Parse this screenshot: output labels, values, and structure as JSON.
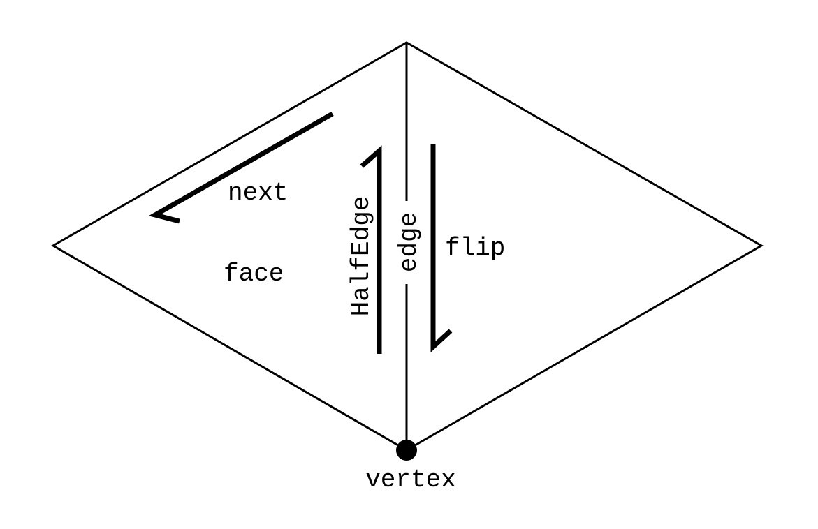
{
  "diagram": {
    "labels": {
      "next": "next",
      "face": "face",
      "halfedge": "HalfEdge",
      "edge": "edge",
      "flip": "flip",
      "vertex": "vertex"
    }
  },
  "colors": {
    "stroke": "#000000",
    "background": "#ffffff"
  }
}
